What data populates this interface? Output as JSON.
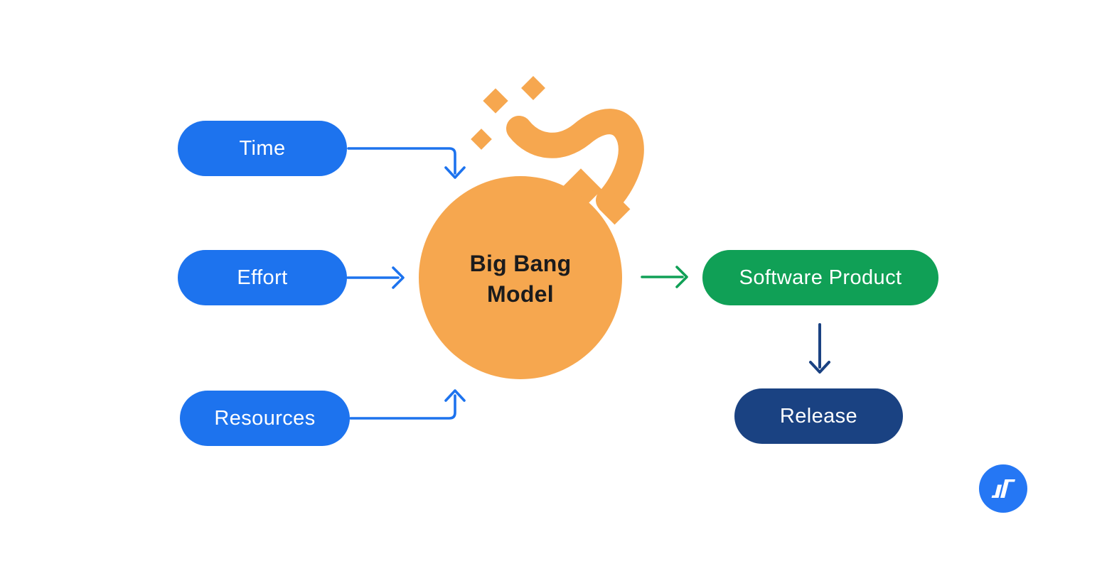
{
  "diagram": {
    "center": {
      "label": "Big Bang Model"
    },
    "inputs": [
      {
        "label": "Time"
      },
      {
        "label": "Effort"
      },
      {
        "label": "Resources"
      }
    ],
    "outputs": {
      "product": {
        "label": "Software Product"
      },
      "release": {
        "label": "Release"
      }
    }
  },
  "colors": {
    "background": "#ffffff",
    "pill_blue": "#1d73ee",
    "pill_green": "#10a056",
    "pill_navy": "#1a4282",
    "bomb_orange": "#f6a74f",
    "arrow_blue": "#1d73ee",
    "arrow_green": "#10a056",
    "arrow_navy": "#1a4282",
    "title_text": "#1b1b1d",
    "pill_text": "#ffffff",
    "logo_blue": "#2577f4",
    "logo_glyph": "#ffffff"
  }
}
